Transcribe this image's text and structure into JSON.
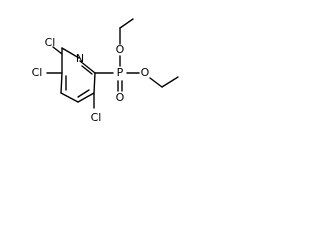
{
  "structure": {
    "type": "chemical-structure",
    "atoms": {
      "cl_top": "Cl",
      "n_ring": "N",
      "cl_left": "Cl",
      "cl_bottom": "Cl",
      "p_center": "P",
      "o_top": "O",
      "o_bottom": "O",
      "o_left": "O"
    }
  },
  "colors": {
    "bond": "#000000",
    "atom_text": "#000000",
    "background": "#ffffff"
  }
}
